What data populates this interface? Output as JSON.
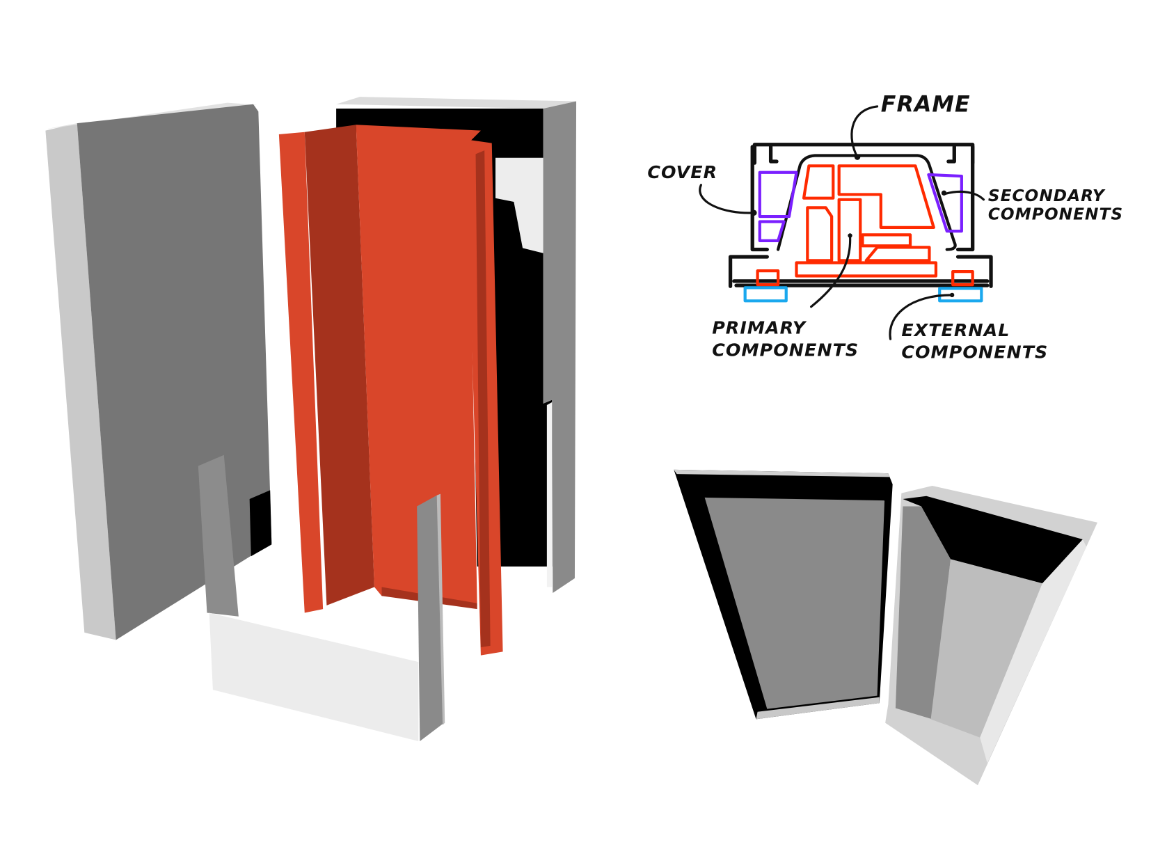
{
  "sketch": {
    "labels": {
      "frame": "FRAME",
      "cover": "COVER",
      "secondary_line1": "SECONDARY",
      "secondary_line2": "COMPONENTS",
      "primary_line1": "PRIMARY",
      "primary_line2": "COMPONENTS",
      "external_line1": "EXTERNAL",
      "external_line2": "COMPONENTS"
    },
    "colors": {
      "frame": "#ff2a00",
      "secondary": "#7a1fff",
      "external": "#1aa8ee",
      "cover": "#111111"
    }
  },
  "colors": {
    "model_red": "#d9462a",
    "model_red_dark": "#a5321d",
    "model_gray": "#777777",
    "model_light": "#d0d0d0"
  }
}
